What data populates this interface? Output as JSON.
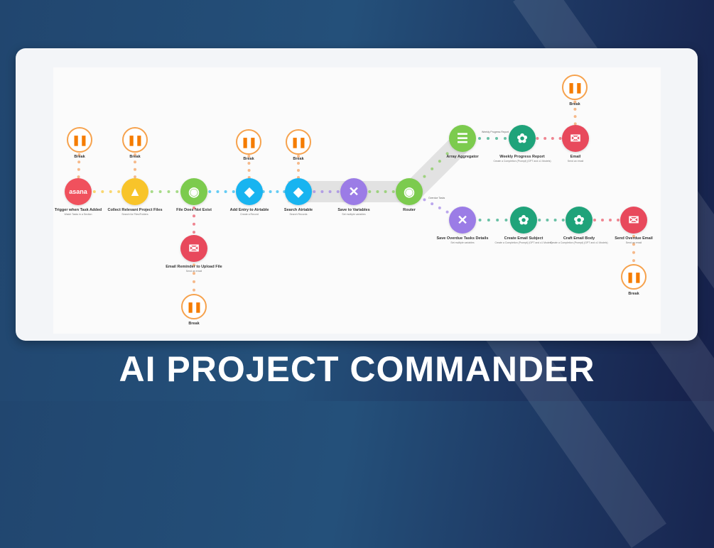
{
  "title": "AI PROJECT COMMANDER",
  "colors": {
    "asana": "#f0515d",
    "drive": "#f8c42a",
    "flow": "#7ccb4e",
    "airtable": "#18b4f0",
    "tools": "#9b7ce6",
    "openai": "#1fa37a",
    "email": "#e8495c",
    "break": "#f57c00"
  },
  "modules": [
    {
      "id": "asana",
      "label": "Trigger when Task Added",
      "sub": "Watch Tasks in a Section",
      "icon": "asana-icon",
      "glyph": "asana",
      "color": "#f0515d"
    },
    {
      "id": "drive",
      "label": "Collect Relevant Project Files",
      "sub": "Search for Files/Folders",
      "icon": "google-drive-icon",
      "glyph": "▲",
      "color": "#f8c42a"
    },
    {
      "id": "filter",
      "label": "File Does Not Exist",
      "sub": "",
      "icon": "router-icon",
      "glyph": "◉",
      "color": "#7ccb4e"
    },
    {
      "id": "at_add",
      "label": "Add Entry to Airtable",
      "sub": "Create a Record",
      "icon": "airtable-icon",
      "glyph": "◆",
      "color": "#18b4f0"
    },
    {
      "id": "at_search",
      "label": "Search Airtable",
      "sub": "Search Records",
      "icon": "airtable-icon",
      "glyph": "◆",
      "color": "#18b4f0"
    },
    {
      "id": "setvars",
      "label": "Save to Variables",
      "sub": "Set multiple variables",
      "icon": "tools-icon",
      "glyph": "✕",
      "color": "#9b7ce6"
    },
    {
      "id": "router",
      "label": "Router",
      "sub": "",
      "icon": "router-icon",
      "glyph": "◉",
      "color": "#7ccb4e"
    },
    {
      "id": "agg",
      "label": "Array Aggregator",
      "sub": "",
      "icon": "aggregator-icon",
      "glyph": "☰",
      "color": "#7ccb4e"
    },
    {
      "id": "weekly",
      "label": "Weekly Progress Report",
      "sub": "Create a Completion (Prompt) (GPT and o1 Models)",
      "icon": "openai-icon",
      "glyph": "✿",
      "color": "#1fa37a"
    },
    {
      "id": "email1",
      "label": "Email",
      "sub": "Send an email",
      "icon": "email-icon",
      "glyph": "✉",
      "color": "#e8495c"
    },
    {
      "id": "overdue",
      "label": "Save Overdue Tasks Details",
      "sub": "Set multiple variables",
      "icon": "tools-icon",
      "glyph": "✕",
      "color": "#9b7ce6"
    },
    {
      "id": "subject",
      "label": "Create Email Subject",
      "sub": "Create a Completion (Prompt) (GPT and o1 Models)",
      "icon": "openai-icon",
      "glyph": "✿",
      "color": "#1fa37a"
    },
    {
      "id": "body",
      "label": "Craft Email Body",
      "sub": "Create a Completion (Prompt) (GPT and o1 Models)",
      "icon": "openai-icon",
      "glyph": "✿",
      "color": "#1fa37a"
    },
    {
      "id": "email2",
      "label": "Send Overdue Email",
      "sub": "Send an email",
      "icon": "email-icon",
      "glyph": "✉",
      "color": "#e8495c"
    },
    {
      "id": "reminder",
      "label": "Email Reminder to Upload File",
      "sub": "Send an email",
      "icon": "email-icon",
      "glyph": "✉",
      "color": "#e8495c"
    }
  ],
  "break_label": "Break",
  "break_glyph": "❚❚",
  "routes": {
    "weekly": "Weekly Progress Report",
    "overdue": "Overdue Tasks"
  }
}
